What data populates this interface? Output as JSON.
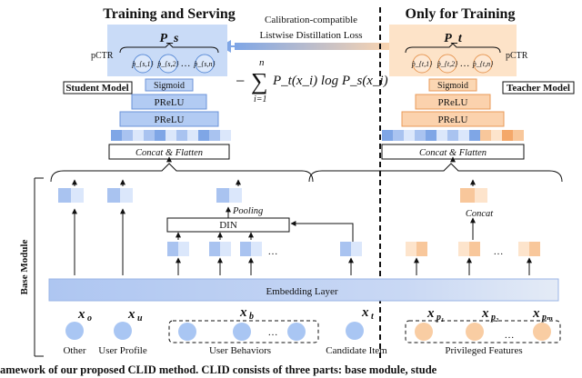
{
  "titles": {
    "left": "Training and Serving",
    "right": "Only for Training"
  },
  "loss": {
    "line1": "Calibration-compatible",
    "line2": "Listwise Distillation Loss",
    "sum_sign": "∑",
    "sum_top": "n",
    "sum_bottom": "i=1",
    "minus": "−",
    "expr": "P_t(x_i) log P_s(x_i)"
  },
  "student": {
    "dist_label": "P_s",
    "pctr": "pCTR",
    "ps1": "p̂_{s,1}",
    "ps2": "p̂_{s,2}",
    "psn": "p̂_{s,n}",
    "dots": "…",
    "model": "Student Model",
    "sigmoid": "Sigmoid",
    "prelu1": "PReLU",
    "prelu2": "PReLU",
    "concat": "Concat & Flatten"
  },
  "teacher": {
    "dist_label": "P_t",
    "pctr": "pCTR",
    "pt1": "p̂_{t,1}",
    "pt2": "p̂_{t,2}",
    "ptn": "p̂_{t,n}",
    "dots": "…",
    "model": "Teacher Model",
    "sigmoid": "Sigmoid",
    "prelu1": "PReLU",
    "prelu2": "PReLU",
    "concat": "Concat & Flatten"
  },
  "base": {
    "side_label": "Base Module",
    "pooling": "Pooling",
    "din": "DIN",
    "concat": "Concat",
    "embedding": "Embedding Layer",
    "dots": "…"
  },
  "inputs": {
    "x_o": "x",
    "x_o_sub": "o",
    "x_u": "x",
    "x_u_sub": "u",
    "x_b": "x",
    "x_b_sub": "b",
    "x_t": "x",
    "x_t_sub": "t",
    "x_p1": "x",
    "x_p1_sub": "p₁",
    "x_p2": "x",
    "x_p2_sub": "p₂",
    "x_pm": "x",
    "x_pm_sub": "pₘ",
    "dots": "…"
  },
  "labels": {
    "other": "Other",
    "user_profile": "User Profile",
    "user_behaviors": "User Behaviors",
    "candidate_item": "Candidate Item",
    "privileged": "Privileged Features"
  },
  "caption": "amework of our proposed CLID method. CLID consists of three parts: base module, stude",
  "colors": {
    "blue_light": "#dbe7fb",
    "blue_mid": "#a9c3f0",
    "blue_dark": "#7fa6e6",
    "orange_light": "#fde4cc",
    "orange_mid": "#f8c79b",
    "orange_dark": "#f4a86a",
    "embed": "#b9cdf2",
    "circle_blue": "#a9c6f3",
    "circle_orange": "#f9cda3"
  }
}
